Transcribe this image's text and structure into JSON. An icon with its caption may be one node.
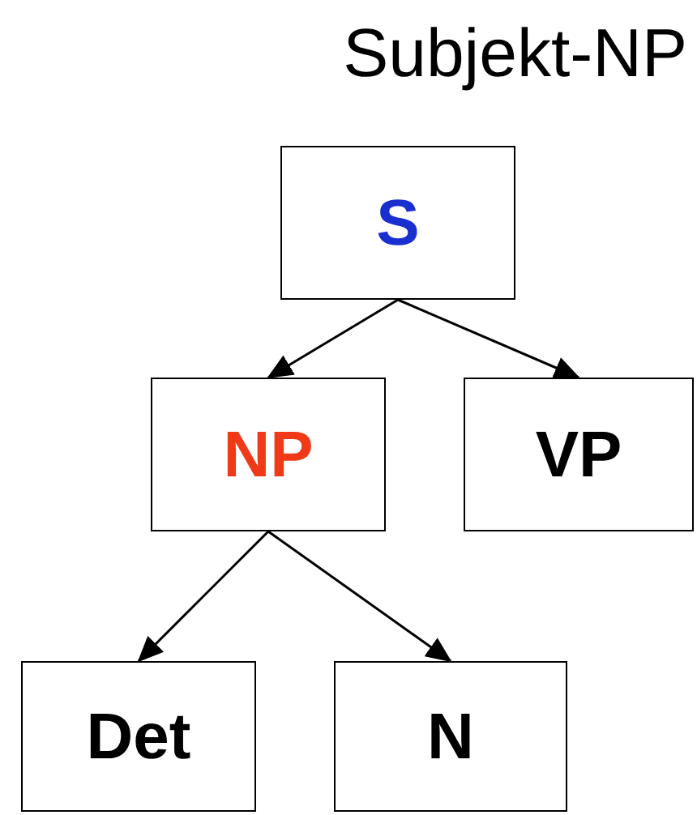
{
  "diagram": {
    "title": "Subjekt-NP",
    "nodes": [
      {
        "text": [
          "S"
        ]
      },
      {
        "text": [
          "NP"
        ]
      },
      {
        "text": [
          "VP"
        ]
      },
      {
        "text": [
          "Det"
        ]
      },
      {
        "text": [
          "N"
        ]
      }
    ],
    "edges": [
      {
        "from": 0,
        "to": 1,
        "arrow": "to"
      },
      {
        "from": 0,
        "to": 2,
        "arrow": "to"
      },
      {
        "from": 1,
        "to": 3,
        "arrow": "to"
      },
      {
        "from": 1,
        "to": 4,
        "arrow": "to"
      }
    ]
  }
}
